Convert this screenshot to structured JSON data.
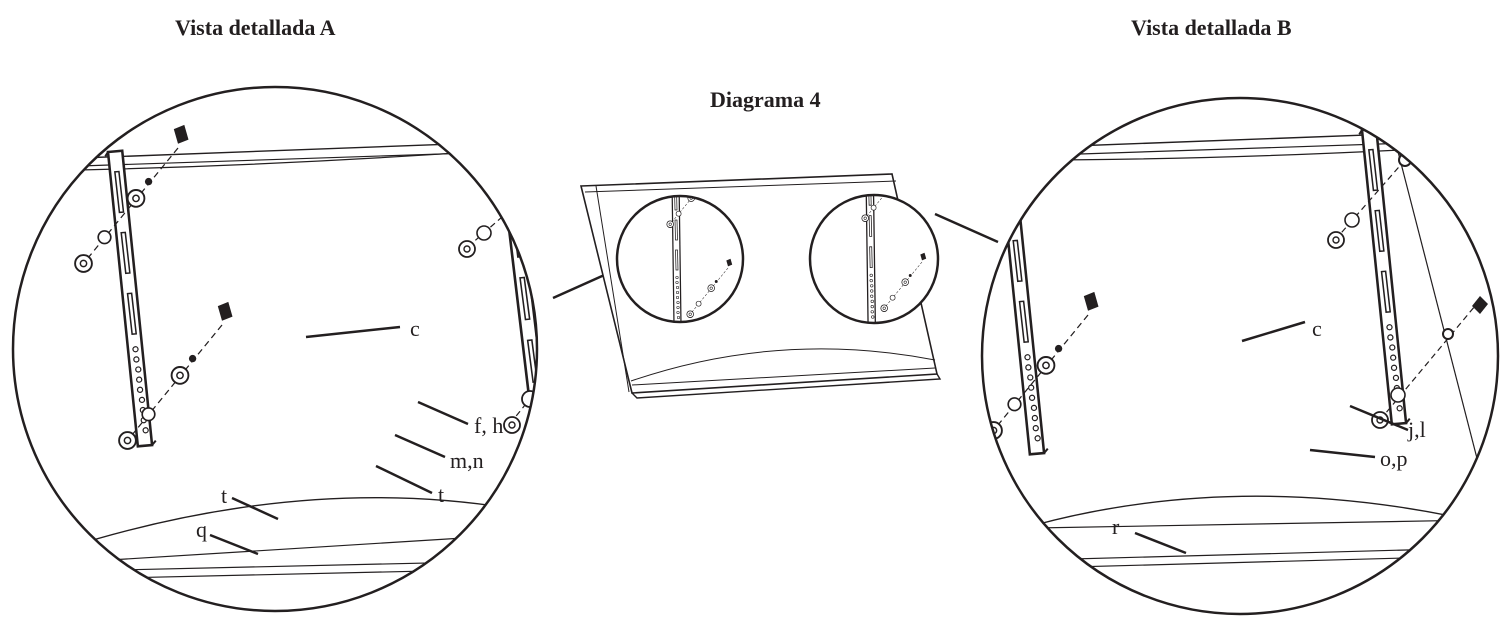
{
  "titles": {
    "detail_a": "Vista detallada  A",
    "detail_b": "Vista detallada B",
    "diagram": "Diagrama 4"
  },
  "callouts_a": {
    "c": "c",
    "fh": "f, h",
    "mn": "m,n",
    "t_right": "t",
    "t_left": "t",
    "q": "q"
  },
  "callouts_b": {
    "c": "c",
    "jl": "j,l",
    "op": "o,p",
    "r": "r"
  }
}
